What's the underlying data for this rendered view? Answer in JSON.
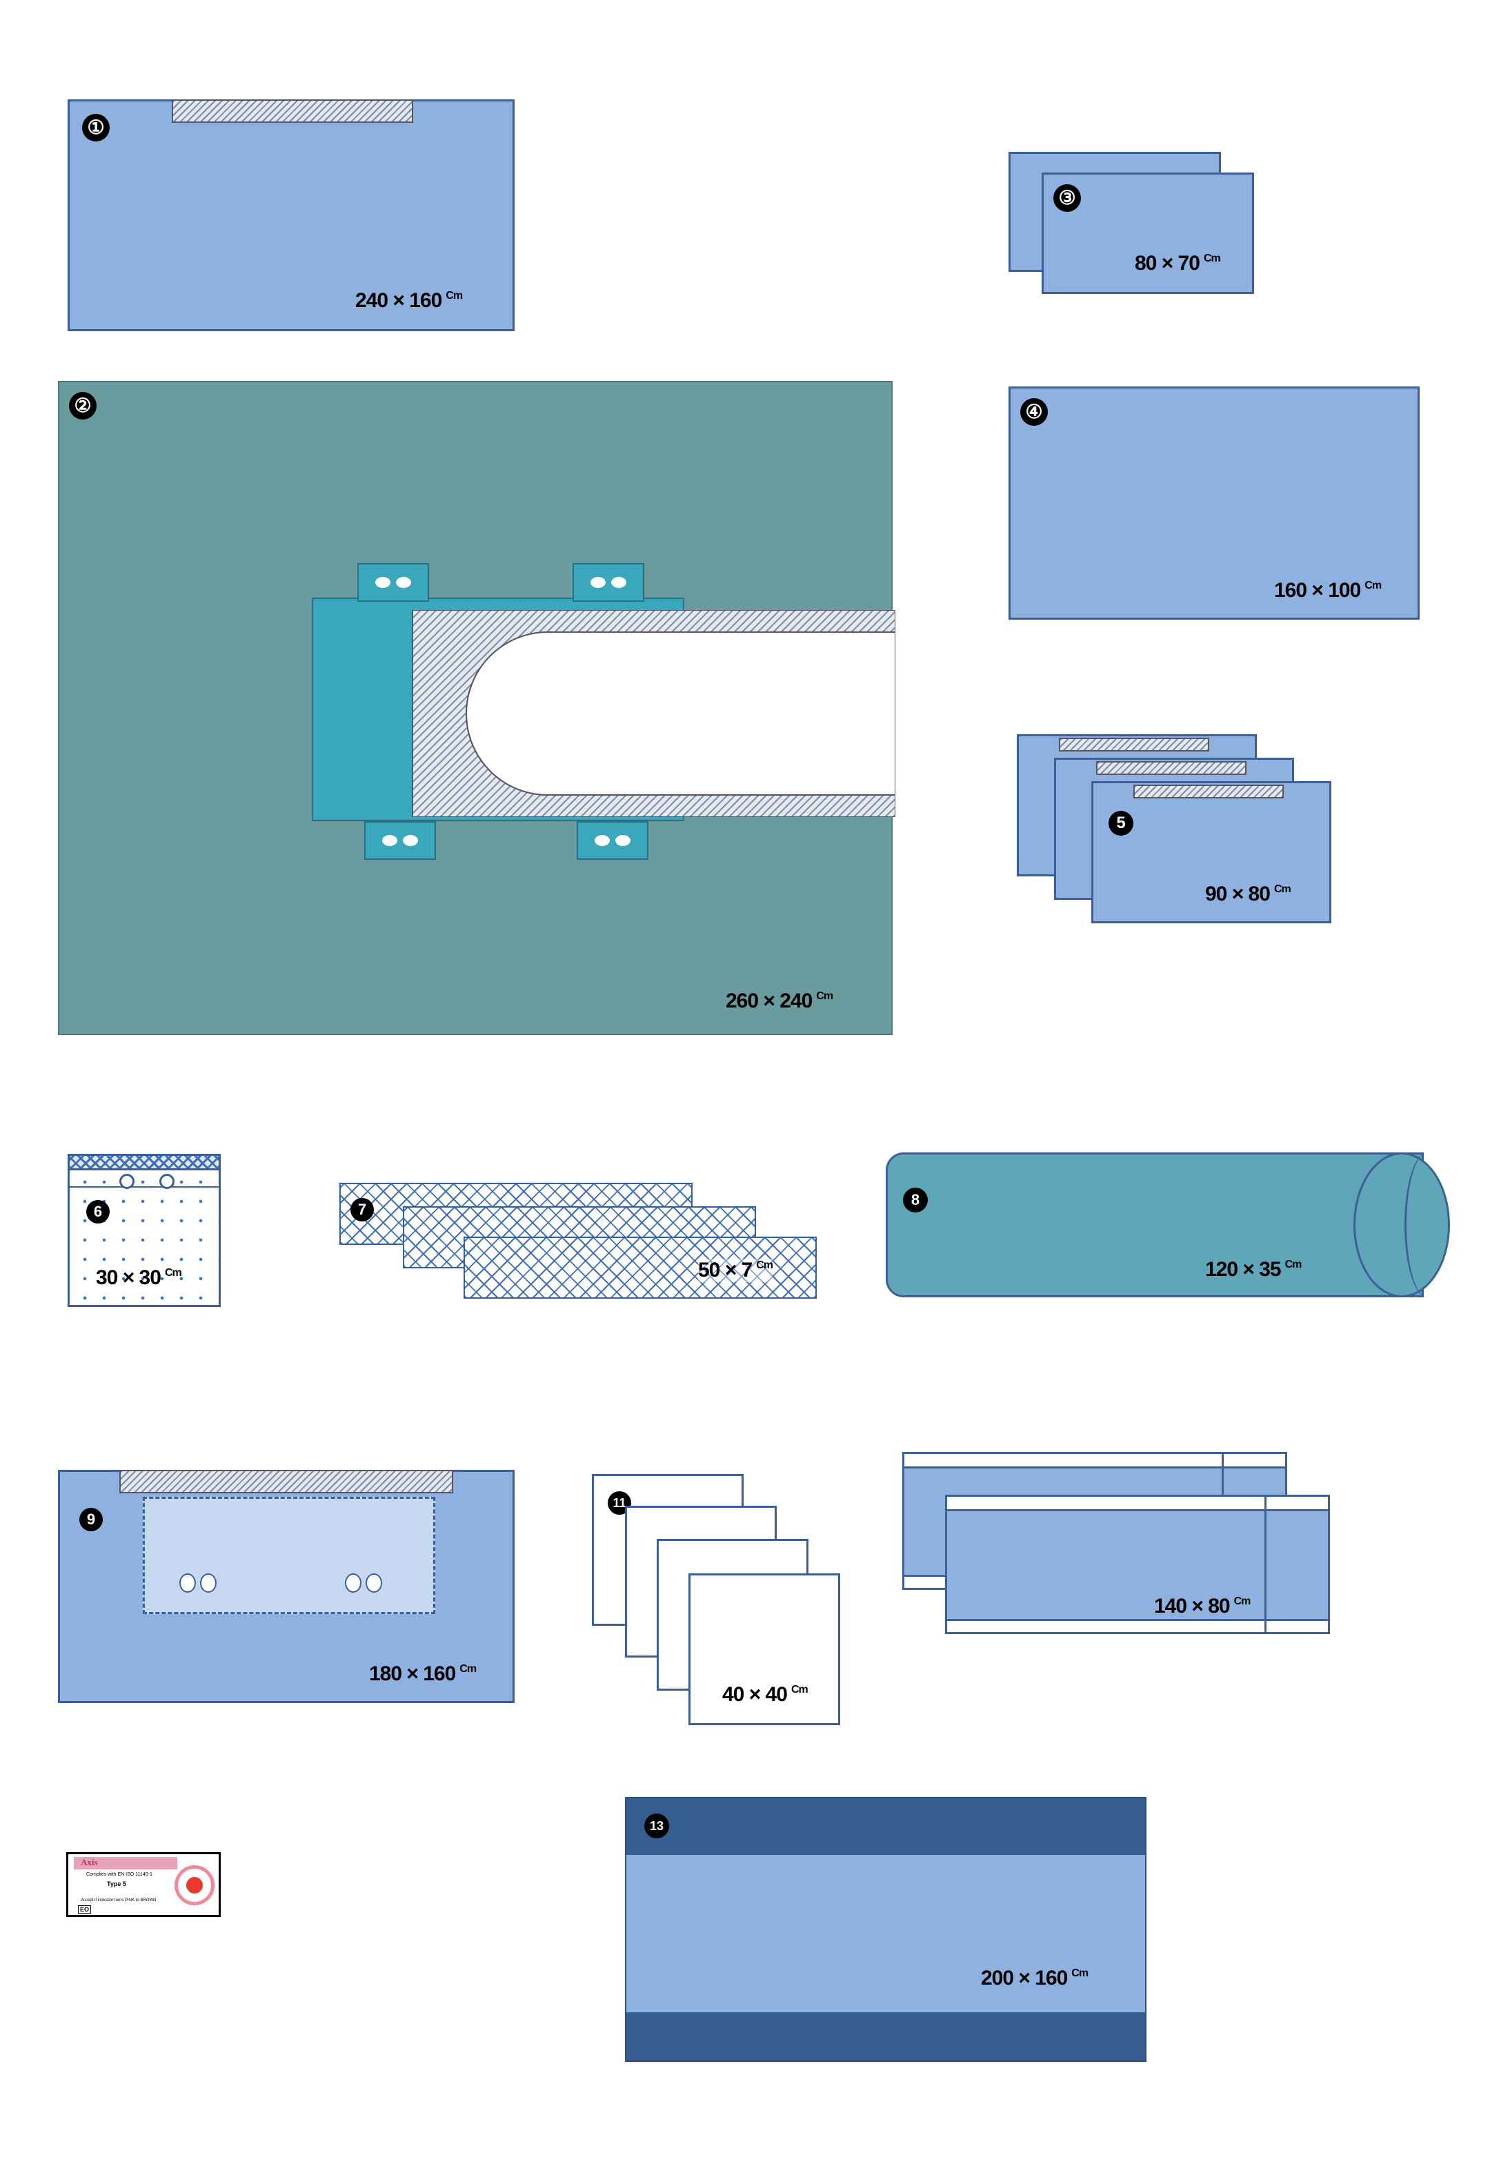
{
  "items": [
    {
      "id": "1",
      "marker": "①",
      "dim": "240 × 160",
      "unit": "Cm"
    },
    {
      "id": "2",
      "marker": "②",
      "dim": "260 × 240",
      "unit": "Cm"
    },
    {
      "id": "3",
      "marker": "③",
      "dim": "80 × 70",
      "unit": "Cm"
    },
    {
      "id": "4",
      "marker": "④",
      "dim": "160 × 100",
      "unit": "Cm"
    },
    {
      "id": "5",
      "marker": "5",
      "dim": "90 × 80",
      "unit": "Cm"
    },
    {
      "id": "6",
      "marker": "6",
      "dim": "30 × 30",
      "unit": "Cm"
    },
    {
      "id": "7",
      "marker": "7",
      "dim": "50 × 7",
      "unit": "Cm"
    },
    {
      "id": "8",
      "marker": "8",
      "dim": "120 × 35",
      "unit": "Cm"
    },
    {
      "id": "9",
      "marker": "9",
      "dim": "180 × 160",
      "unit": "Cm"
    },
    {
      "id": "11",
      "marker": "11",
      "dim": "40 × 40",
      "unit": "Cm"
    },
    {
      "id": "12",
      "marker": "",
      "dim": "140 × 80",
      "unit": "Cm"
    },
    {
      "id": "13",
      "marker": "13",
      "dim": "200 × 160",
      "unit": "Cm"
    }
  ],
  "indicator_label": {
    "brand": "Axis",
    "lines": [
      "Complies with EN ISO 11140-1",
      "Type 5",
      "Accept if indicator turns PINK to BROWN",
      "EO"
    ]
  },
  "colors": {
    "drape_blue": "#8fb1e0",
    "drape_border": "#3b5f96",
    "table_cover_teal": "#6a9b9e",
    "split_drape_cyan": "#3aa8bc",
    "leg_cover_teal": "#5fa7b8",
    "dark_navy": "#355d90"
  }
}
